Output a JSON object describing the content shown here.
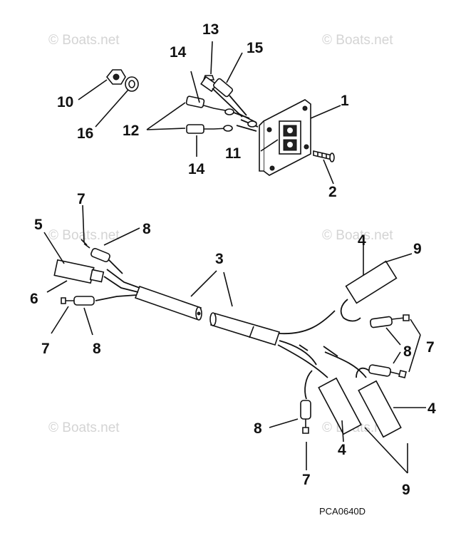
{
  "watermarks": [
    "© Boats.net",
    "© Boats.net",
    "© Boats.net",
    "© Boats.net",
    "© Boats.net",
    "© Boats.net"
  ],
  "callouts": {
    "c1": "1",
    "c2": "2",
    "c3": "3",
    "c4a": "4",
    "c4b": "4",
    "c4c": "4",
    "c5": "5",
    "c6": "6",
    "c7a": "7",
    "c7b": "7",
    "c7c": "7",
    "c7d": "7",
    "c8a": "8",
    "c8b": "8",
    "c8c": "8",
    "c8d": "8",
    "c9a": "9",
    "c9b": "9",
    "c10": "10",
    "c11": "11",
    "c12": "12",
    "c13": "13",
    "c14a": "14",
    "c14b": "14",
    "c15": "15",
    "c16": "16"
  },
  "drawing_code": "PCA0640D"
}
